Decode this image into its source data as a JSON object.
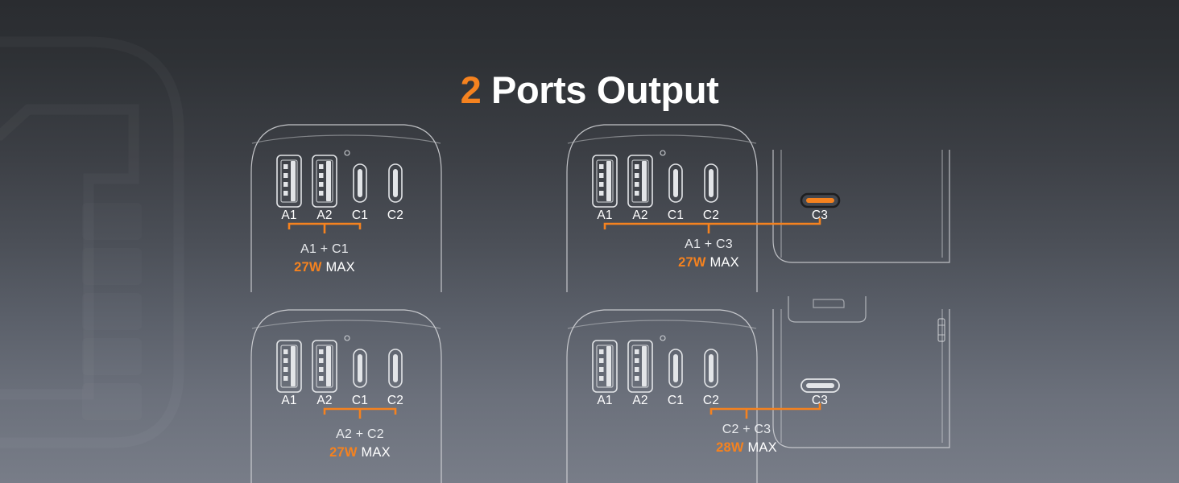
{
  "theme": {
    "accent": "#f5821f",
    "text": "#ffffff",
    "bg_top": "#2a2c30",
    "bg_bottom": "#787d88",
    "outline": "#d8dadd"
  },
  "header": {
    "number": "2",
    "title": "Ports Output"
  },
  "panels": [
    {
      "id": "panel-a1-c1",
      "position": "top-left",
      "ports": [
        "A1",
        "A2",
        "C1",
        "C2"
      ],
      "side_port": null,
      "highlighted": [
        "A1",
        "C1"
      ],
      "combo_label": "A1 + C1",
      "watts": "27W",
      "max_label": "MAX"
    },
    {
      "id": "panel-a1-c3",
      "position": "top-right",
      "ports": [
        "A1",
        "A2",
        "C1",
        "C2"
      ],
      "side_port": "C3",
      "highlighted": [
        "A1",
        "C3"
      ],
      "combo_label": "A1 + C3",
      "watts": "27W",
      "max_label": "MAX"
    },
    {
      "id": "panel-a2-c2",
      "position": "bottom-left",
      "ports": [
        "A1",
        "A2",
        "C1",
        "C2"
      ],
      "side_port": null,
      "highlighted": [
        "A2",
        "C2"
      ],
      "combo_label": "A2 + C2",
      "watts": "27W",
      "max_label": "MAX"
    },
    {
      "id": "panel-c2-c3",
      "position": "bottom-right",
      "ports": [
        "A1",
        "A2",
        "C1",
        "C2"
      ],
      "side_port": "C3",
      "highlighted": [
        "C2",
        "C3"
      ],
      "combo_label": "C2 + C3",
      "watts": "28W",
      "max_label": "MAX"
    }
  ]
}
